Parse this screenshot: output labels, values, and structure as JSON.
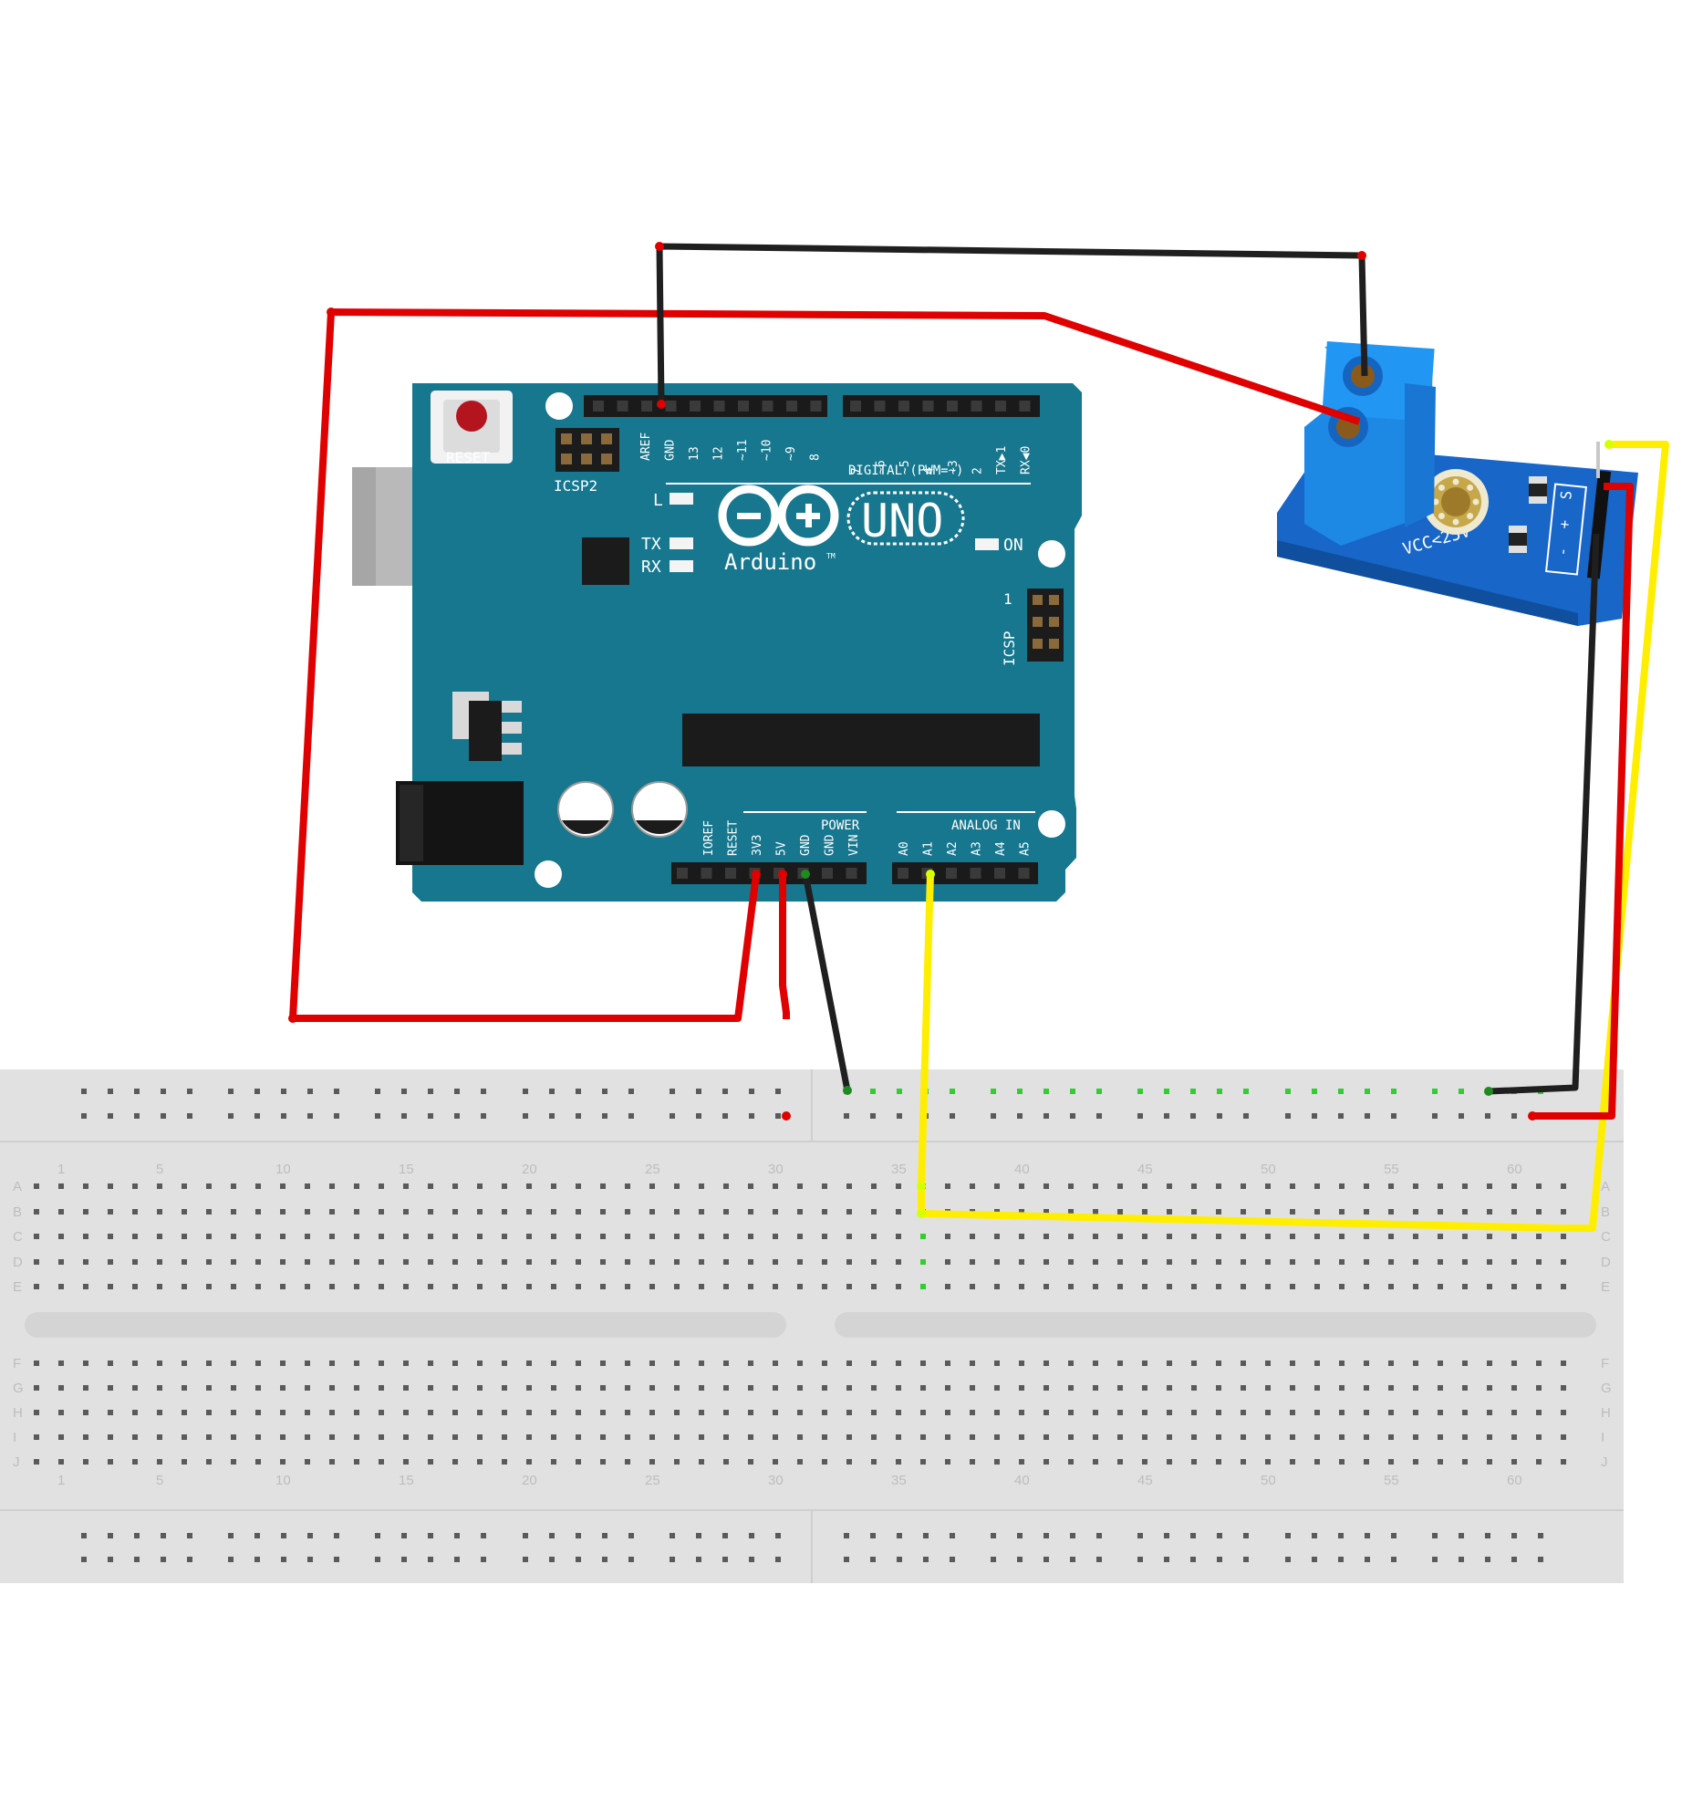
{
  "arduino": {
    "brand": "Arduino",
    "tm": "TM",
    "model": "UNO",
    "reset_label": "RESET",
    "icsp2_label": "ICSP2",
    "icsp_label": "ICSP",
    "icsp_pin1": "1",
    "led_l": "L",
    "led_tx": "TX",
    "led_rx": "RX",
    "led_on": "ON",
    "digital_label": "DIGITAL (PWM=~)",
    "power_label": "POWER",
    "analog_label": "ANALOG IN",
    "digital_pins_left": [
      "AREF",
      "GND",
      "13",
      "12",
      "~11",
      "~10",
      "~9",
      "8"
    ],
    "digital_pins_right": [
      "7",
      "~6",
      "~5",
      "4",
      "~3",
      "2",
      "TX▶1",
      "RX◀0"
    ],
    "power_pins": [
      "IOREF",
      "RESET",
      "3V3",
      "5V",
      "GND",
      "GND",
      "VIN"
    ],
    "analog_pins": [
      "A0",
      "A1",
      "A2",
      "A3",
      "A4",
      "A5"
    ]
  },
  "sensor": {
    "title": "Voltage Sensor",
    "vcc_label": "VCC<25V",
    "pin_s": "S",
    "pin_plus": "+",
    "pin_minus": "-"
  },
  "breadboard": {
    "row_letters_top": [
      "A",
      "B",
      "C",
      "D",
      "E"
    ],
    "row_letters_bottom": [
      "F",
      "G",
      "H",
      "I",
      "J"
    ],
    "column_numbers": [
      "1",
      "5",
      "10",
      "15",
      "20",
      "25",
      "30",
      "35",
      "40",
      "45",
      "50",
      "55",
      "60"
    ]
  },
  "wires": [
    {
      "name": "wire-5v-to-sensor-plus-terminal",
      "color": "#e00000"
    },
    {
      "name": "wire-gnd-to-sensor-minus-terminal",
      "color": "#1f1f1f"
    },
    {
      "name": "wire-3v3-to-power-rail",
      "color": "#e00000"
    },
    {
      "name": "wire-gnd-to-ground-rail",
      "color": "#1f1f1f"
    },
    {
      "name": "wire-a1-to-breadboard",
      "color": "#ffee00"
    },
    {
      "name": "wire-sensor-signal-to-breadboard",
      "color": "#ffee00"
    },
    {
      "name": "wire-sensor-minus-to-ground-rail",
      "color": "#1f1f1f"
    },
    {
      "name": "wire-sensor-plus-to-power-rail",
      "color": "#e00000"
    }
  ],
  "colors": {
    "board": "#16778f",
    "breadboard": "#e1e1e1",
    "sensor_board": "#1766c8",
    "terminal_block": "#1e88e5",
    "wire_red": "#e00000",
    "wire_black": "#1f1f1f",
    "wire_yellow": "#ffee00",
    "connected_hole": "#33cc33"
  }
}
